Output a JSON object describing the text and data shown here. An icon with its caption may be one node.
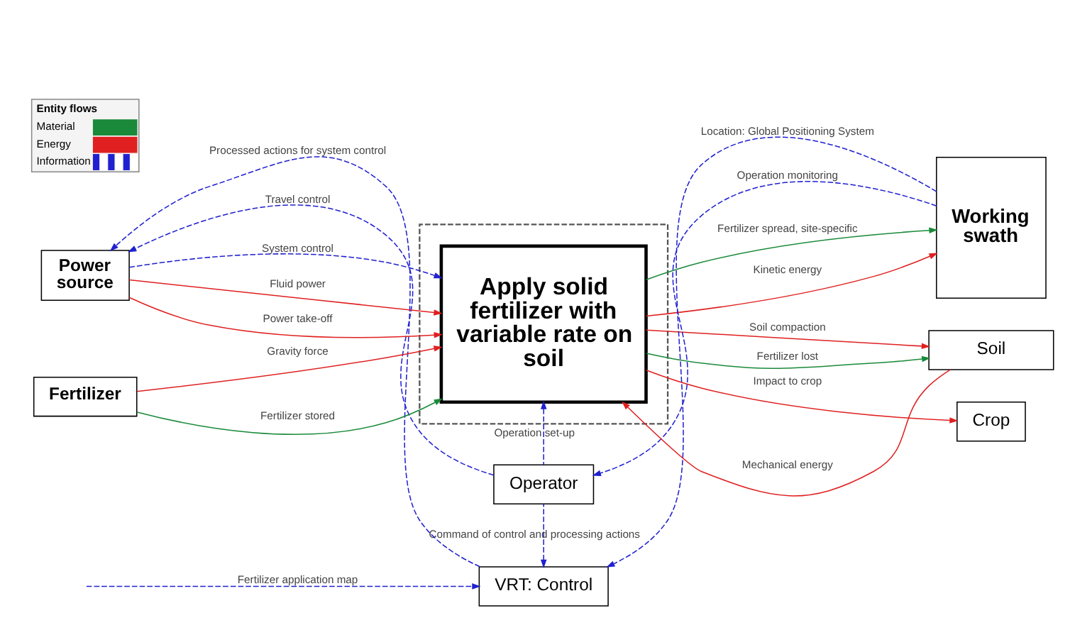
{
  "diagram": {
    "nodes": [
      {
        "text": [
          "VRT: Control"
        ]
      },
      {
        "text": [
          "Operator"
        ]
      },
      {
        "text": [],
        "shape": "box"
      },
      {
        "text": [
          "Apply solid fertilizer with variable rate on soil"
        ],
        "in": 2
      },
      {
        "text": [
          "Power source"
        ]
      },
      {
        "text": [
          "Fertilizer"
        ]
      },
      {
        "text": [
          "Working swath"
        ]
      },
      {
        "text": [
          "Soil"
        ]
      },
      {
        "text": [
          "Crop"
        ]
      }
    ],
    "edges": [
      {
        "from": null,
        "to": 0,
        "arrow": "to",
        "label": "Fertilizer application map",
        "style": "dashed",
        "color": "#2020d0"
      },
      {
        "from": 0,
        "to": 4,
        "arrow": "to",
        "label": "Processed actions for system control",
        "style": "dashed",
        "color": "#2020d0"
      },
      {
        "from": 6,
        "to": 0,
        "arrow": "to",
        "label": "Location: Global Positioning System",
        "style": "dashed",
        "color": "#2020d0"
      },
      {
        "from": 1,
        "to": 0,
        "arrow": "to",
        "label": "Command of control and processing actions",
        "style": "dashed",
        "color": "#2020d0"
      },
      {
        "from": 1,
        "to": 4,
        "arrow": "to",
        "label": "Travel control",
        "style": "dashed",
        "color": "#2020d0"
      },
      {
        "from": 6,
        "to": 1,
        "arrow": "to",
        "label": "Operation monitoring",
        "style": "dashed",
        "color": "#2020d0"
      },
      {
        "from": 1,
        "to": 3,
        "arrow": "to",
        "label": "Operation set-up",
        "style": "dashed",
        "color": "#2020d0"
      },
      {
        "from": 4,
        "to": 3,
        "arrow": "to",
        "label": "System control",
        "style": "dashed",
        "color": "#2020d0"
      },
      {
        "from": 4,
        "to": 3,
        "arrow": "to",
        "label": "Fluid power",
        "color": "#e02020"
      },
      {
        "from": 4,
        "to": 3,
        "arrow": "to",
        "label": "Power take-off",
        "color": "#e02020"
      },
      {
        "from": 5,
        "to": 3,
        "arrow": "to",
        "label": "Fertilizer stored",
        "color": "#1a8a3a"
      },
      {
        "from": 5,
        "to": 3,
        "arrow": "to",
        "label": "Gravity force",
        "color": "#e02020"
      },
      {
        "from": 7,
        "to": 3,
        "arrow": "to",
        "label": "Mechanical energy",
        "color": "#e02020"
      },
      {
        "from": 3,
        "to": 6,
        "arrow": "to",
        "label": "Fertilizer spread, site-specific",
        "color": "#1a8a3a"
      },
      {
        "from": 3,
        "to": 6,
        "arrow": "to",
        "label": "Kinetic energy",
        "color": "#e02020"
      },
      {
        "from": 3,
        "to": 7,
        "arrow": "to",
        "label": "Soil compaction",
        "color": "#e02020"
      },
      {
        "from": 3,
        "to": 7,
        "arrow": "to",
        "label": "Fertilizer lost",
        "color": "#1a8a3a"
      },
      {
        "from": 3,
        "to": 8,
        "arrow": "to",
        "label": "Impact to crop",
        "color": "#e02020"
      }
    ],
    "labels": [
      "Entity flows"
    ],
    "legend": [
      {
        "text": "Material"
      },
      {
        "text": "Energy"
      },
      {
        "text": "Information"
      }
    ]
  }
}
